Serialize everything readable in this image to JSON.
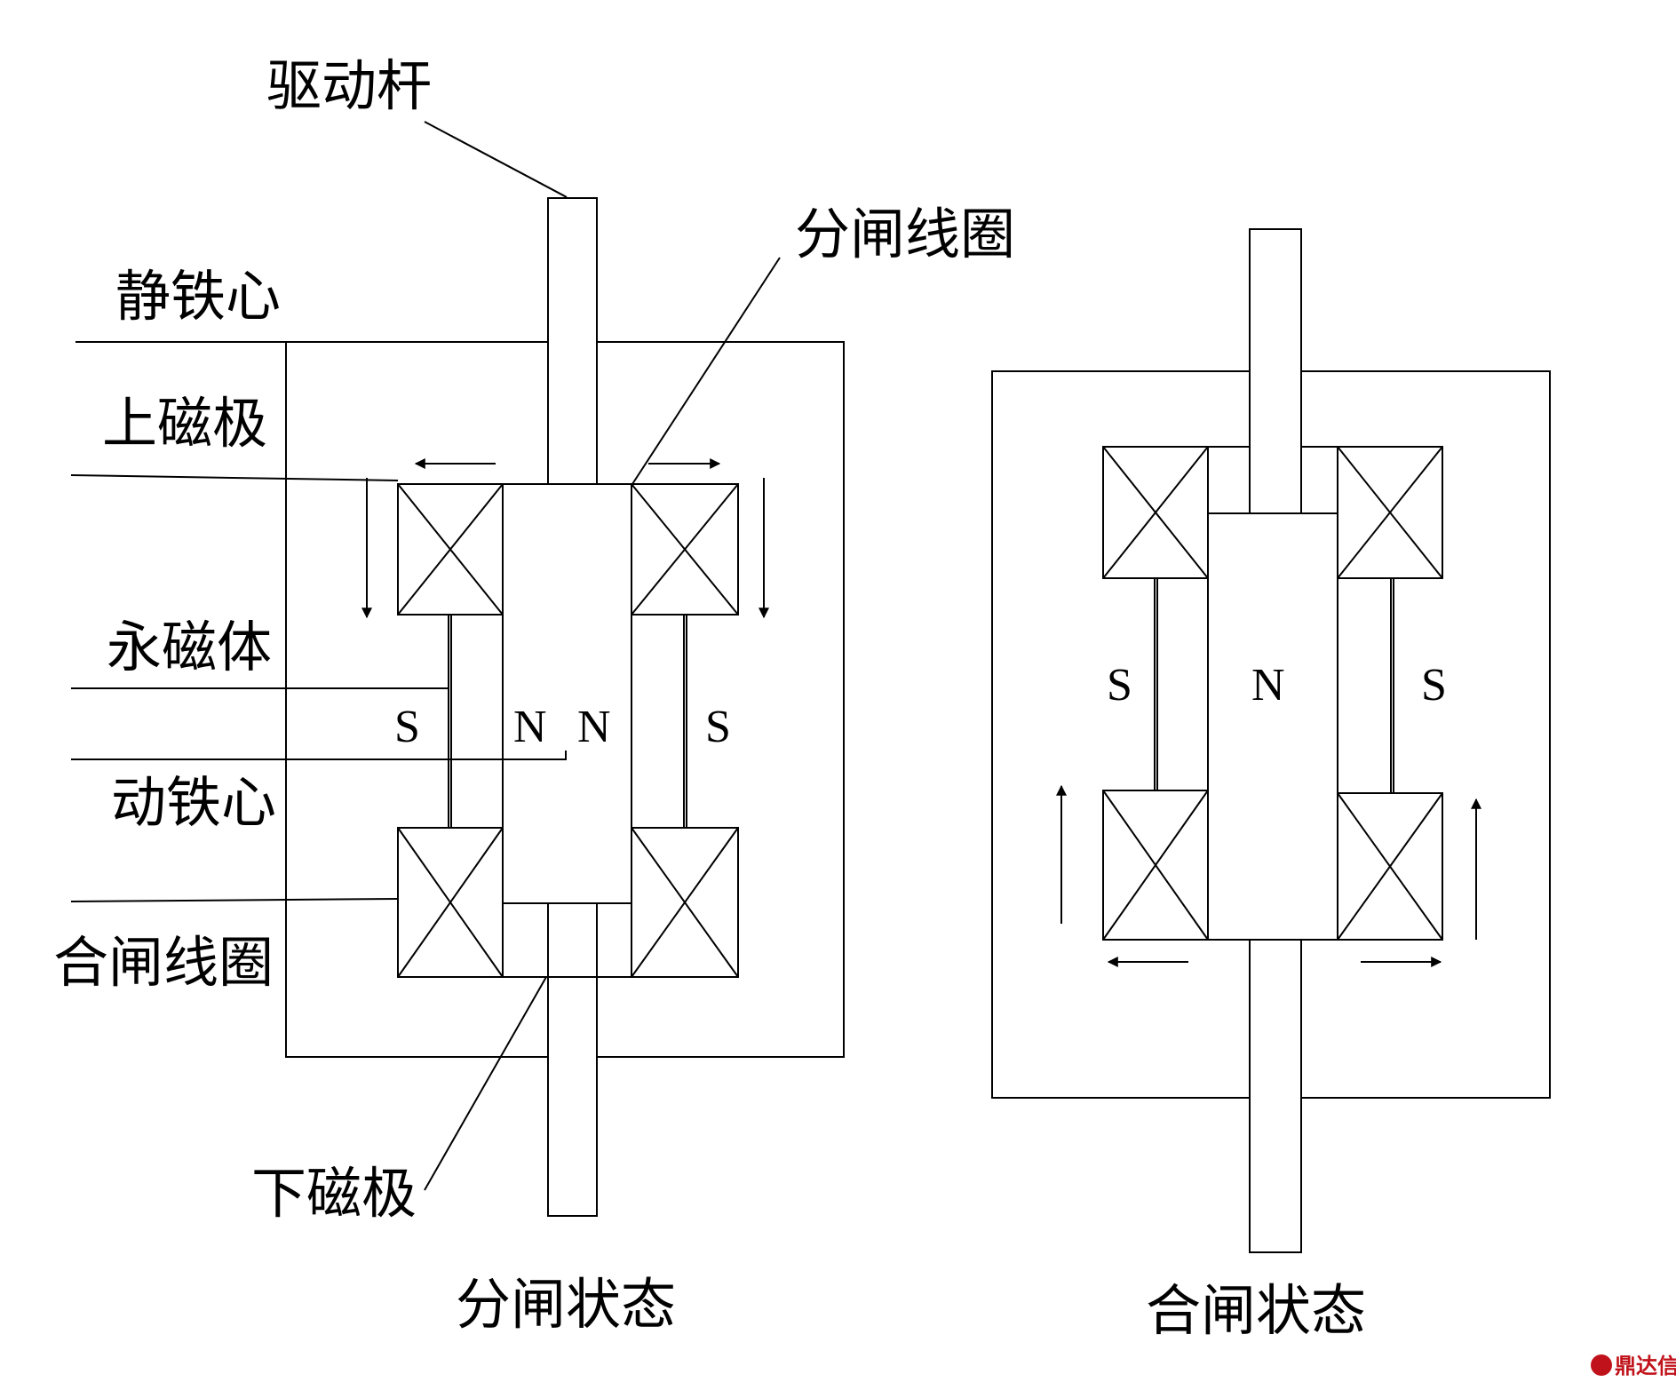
{
  "labels": {
    "drive_rod": "驱动杆",
    "opening_coil": "分闸线圈",
    "static_core": "静铁心",
    "upper_pole": "上磁极",
    "permanent_magnet": "永磁体",
    "moving_core": "动铁心",
    "closing_coil": "合闸线圈",
    "lower_pole": "下磁极"
  },
  "captions": {
    "open_state": "分闸状态",
    "closed_state": "合闸状态"
  },
  "poles": {
    "open": {
      "left_s": "S",
      "left_n": "N",
      "right_n": "N",
      "right_s": "S"
    },
    "closed": {
      "left_s": "S",
      "center_n": "N",
      "right_s": "S"
    }
  },
  "watermark": "鼎达信",
  "colors": {
    "line": "#000000",
    "background": "#ffffff",
    "watermark": "#c0121a"
  }
}
